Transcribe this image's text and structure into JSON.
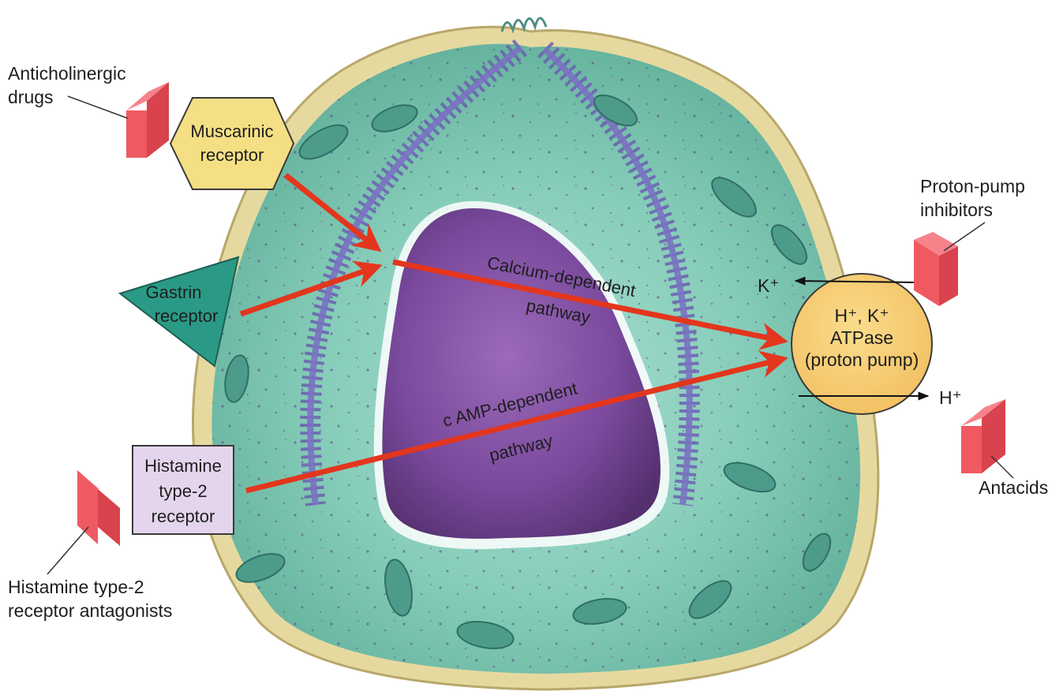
{
  "drugs": {
    "anticholinergic": [
      "Anticholinergic",
      "drugs"
    ],
    "ppi": [
      "Proton-pump",
      "inhibitors"
    ],
    "antacids": "Antacids",
    "h2_antagonists": [
      "Histamine type-2",
      "receptor antagonists"
    ]
  },
  "receptors": {
    "muscarinic": [
      "Muscarinic",
      "receptor"
    ],
    "gastrin": [
      "Gastrin",
      "receptor"
    ],
    "histamine": [
      "Histamine",
      "type-2",
      "receptor"
    ]
  },
  "pathways": {
    "calcium": [
      "Calcium-dependent",
      "pathway"
    ],
    "camp": [
      "c AMP-dependent",
      "pathway"
    ]
  },
  "pump": {
    "lines": [
      "H⁺, K⁺",
      "ATPase",
      "(proton pump)"
    ],
    "k_label": "K⁺",
    "h_label": "H⁺"
  },
  "colors": {
    "cell_outer": "#e6d9a0",
    "cytoplasm": "#7ec9b4",
    "nucleus": "#6b3f8f",
    "pathway_arrow": "#e3361d",
    "muscarinic_fill": "#f4df84",
    "gastrin_fill": "#2a9a86",
    "histamine_fill": "#e4d4ec",
    "pump_fill": "#f6cc72",
    "drug_block": "#ef5a62"
  }
}
